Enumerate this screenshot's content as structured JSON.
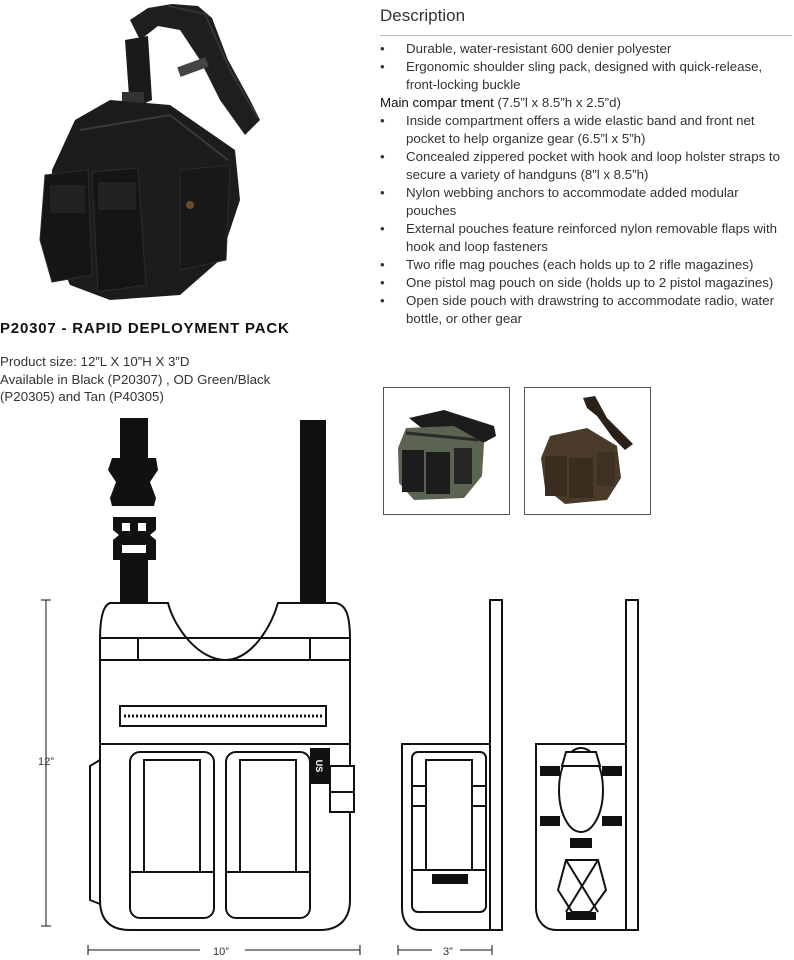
{
  "description": {
    "heading": "Description",
    "items": [
      {
        "type": "bullet",
        "text": "Durable, water-resistant 600 denier polyester"
      },
      {
        "type": "bullet",
        "text": "Ergonomic shoulder sling pack, designed with quick-release, front-locking buckle"
      },
      {
        "type": "subhead",
        "label": "Main compar tment",
        "text": " (7.5”l x 8.5”h x 2.5”d)"
      },
      {
        "type": "bullet",
        "text": "Inside compartment offers a wide elastic band and front net pocket to help organize gear (6.5”l x 5”h)"
      },
      {
        "type": "bullet",
        "text": "Concealed zippered pocket with hook and loop holster straps to secure a variety of handguns (8”l x 8.5”h)"
      },
      {
        "type": "bullet",
        "text": "Nylon webbing anchors to accommodate added modular pouches"
      },
      {
        "type": "bullet",
        "text": "External pouches feature reinforced nylon removable flaps with hook and loop fasteners"
      },
      {
        "type": "bullet",
        "text": "Two rifle mag pouches (each holds up to 2 rifle magazines)"
      },
      {
        "type": "bullet",
        "text": "One pistol mag pouch on side (holds up to 2 pistol magazines)"
      },
      {
        "type": "bullet",
        "text": "Open side pouch with drawstring to accommodate radio, water bottle, or other gear"
      }
    ],
    "bullet_glyph": "•"
  },
  "product": {
    "title": "P20307 - RAPID DEPLOYMENT PACK",
    "size": "Product size: 12”L X 10”H X 3”D",
    "availability": "Available in Black (P20307) , OD Green/Black (P20305) and Tan (P40305)"
  },
  "variants": [
    {
      "name": "od-green-black",
      "colors": {
        "body": "#5a6450",
        "accent": "#1c1c1c"
      }
    },
    {
      "name": "tan",
      "colors": {
        "body": "#4a3a2a",
        "accent": "#2a2018"
      }
    }
  ],
  "main_photo": {
    "color": "#1a1a1a"
  },
  "diagram": {
    "logo_text": "US",
    "dim_height": "12”",
    "dim_width": "10”",
    "dim_depth": "3”"
  },
  "colors": {
    "line": "#111111",
    "text": "#333333",
    "rule": "#bbbbbb"
  }
}
